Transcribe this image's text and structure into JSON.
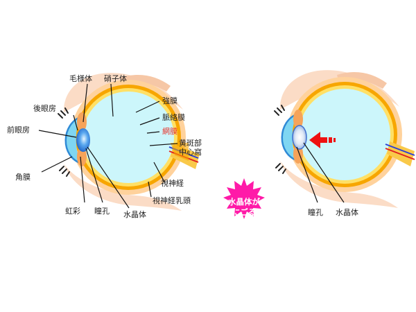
{
  "left_eye": {
    "labels": {
      "ciliary_body": "毛様体",
      "vitreous": "硝子体",
      "posterior_chamber": "後眼房",
      "anterior_chamber": "前眼房",
      "sclera": "強膜",
      "choroid": "脈絡膜",
      "retina": "網膜",
      "macula": "黄斑部",
      "fovea": "中心窩",
      "cornea": "角膜",
      "optic_nerve": "視神経",
      "optic_disc": "視神経乳頭",
      "iris": "虹彩",
      "pupil": "瞳孔",
      "lens": "水晶体"
    }
  },
  "right_eye": {
    "labels": {
      "pupil": "瞳孔",
      "lens": "水晶体"
    }
  },
  "burst": {
    "line1": "水晶体が",
    "line2": "にごる"
  },
  "colors": {
    "vitreous": "#ccf6fb",
    "sclera": "#ffd29c",
    "choroid": "#f7a600",
    "retina": "#ffe066",
    "lid": "#fbdcc6",
    "lens": "#2b78d8",
    "burst": "#ff1aa8",
    "arrow": "#ee1111",
    "retina_label": "#e8332a"
  }
}
